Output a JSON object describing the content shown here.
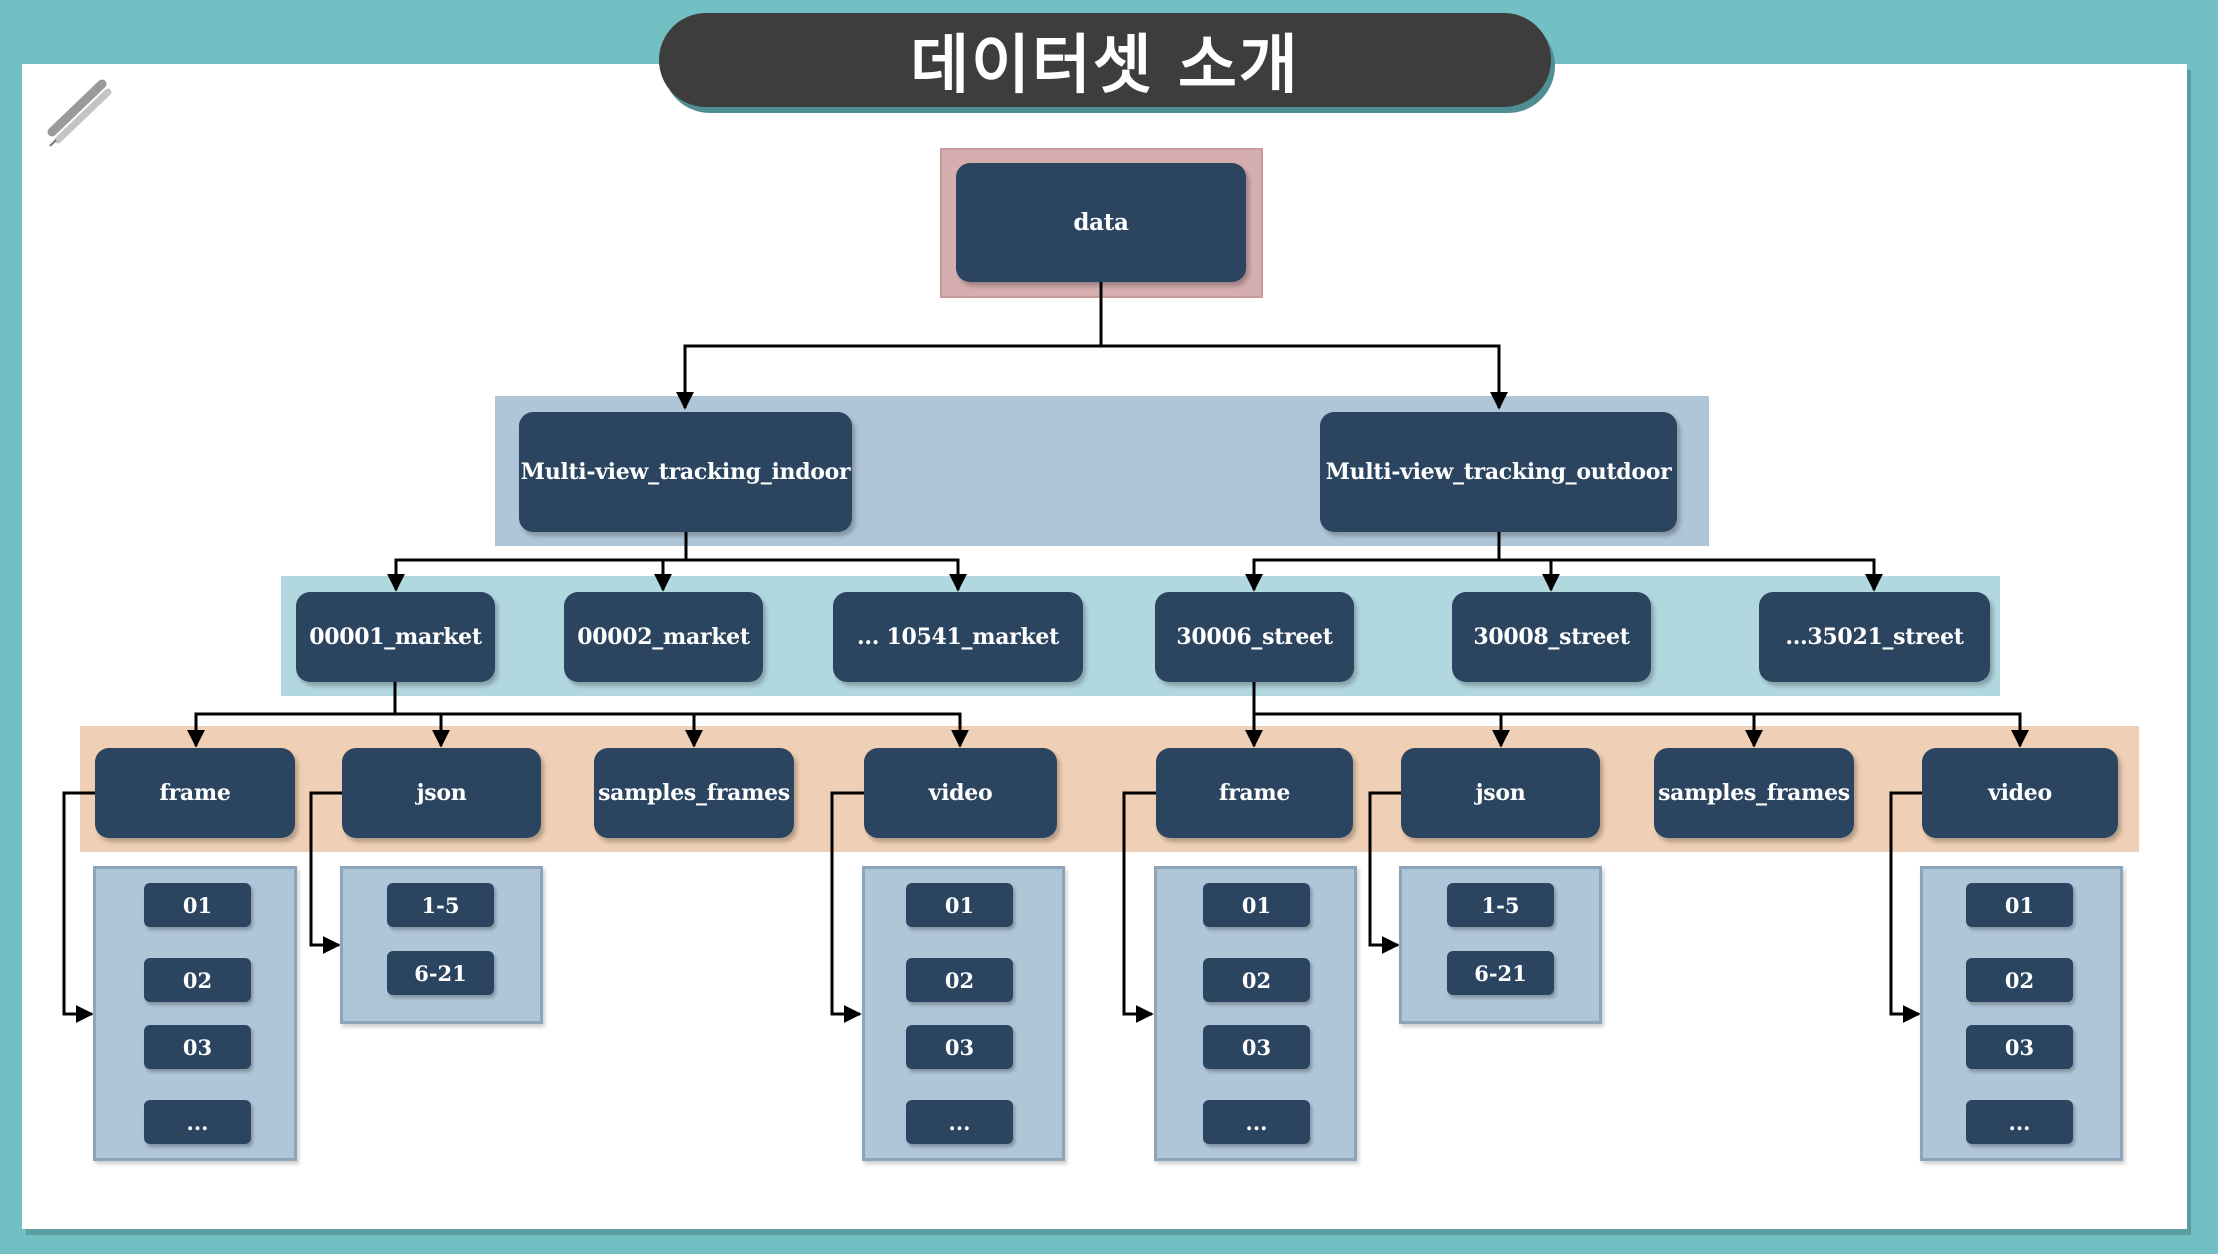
{
  "title": "데이터셋 소개",
  "colors": {
    "background": "#72c0c4",
    "node": "#2b4561",
    "band_root": "#d6aeb0",
    "band_level1": "#afc5d8",
    "band_level2": "#b2d8df",
    "band_level3": "#efcfb5",
    "container": "#afc5d8"
  },
  "root": "data",
  "level1": [
    "Multi-view_tracking_indoor",
    "Multi-view_tracking_outdoor"
  ],
  "level2": [
    "00001_market",
    "00002_market",
    "... 10541_market",
    "30006_street",
    "30008_street",
    "...35021_street"
  ],
  "level3": [
    "frame",
    "json",
    "samples_frames",
    "video",
    "frame",
    "json",
    "samples_frames",
    "video"
  ],
  "containers": [
    {
      "items": [
        "01",
        "02",
        "03",
        "..."
      ]
    },
    {
      "items": [
        "1-5",
        "6-21"
      ]
    },
    {
      "items": [
        "01",
        "02",
        "03",
        "..."
      ]
    },
    {
      "items": [
        "01",
        "02",
        "03",
        "..."
      ]
    },
    {
      "items": [
        "1-5",
        "6-21"
      ]
    },
    {
      "items": [
        "01",
        "02",
        "03",
        "..."
      ]
    }
  ]
}
